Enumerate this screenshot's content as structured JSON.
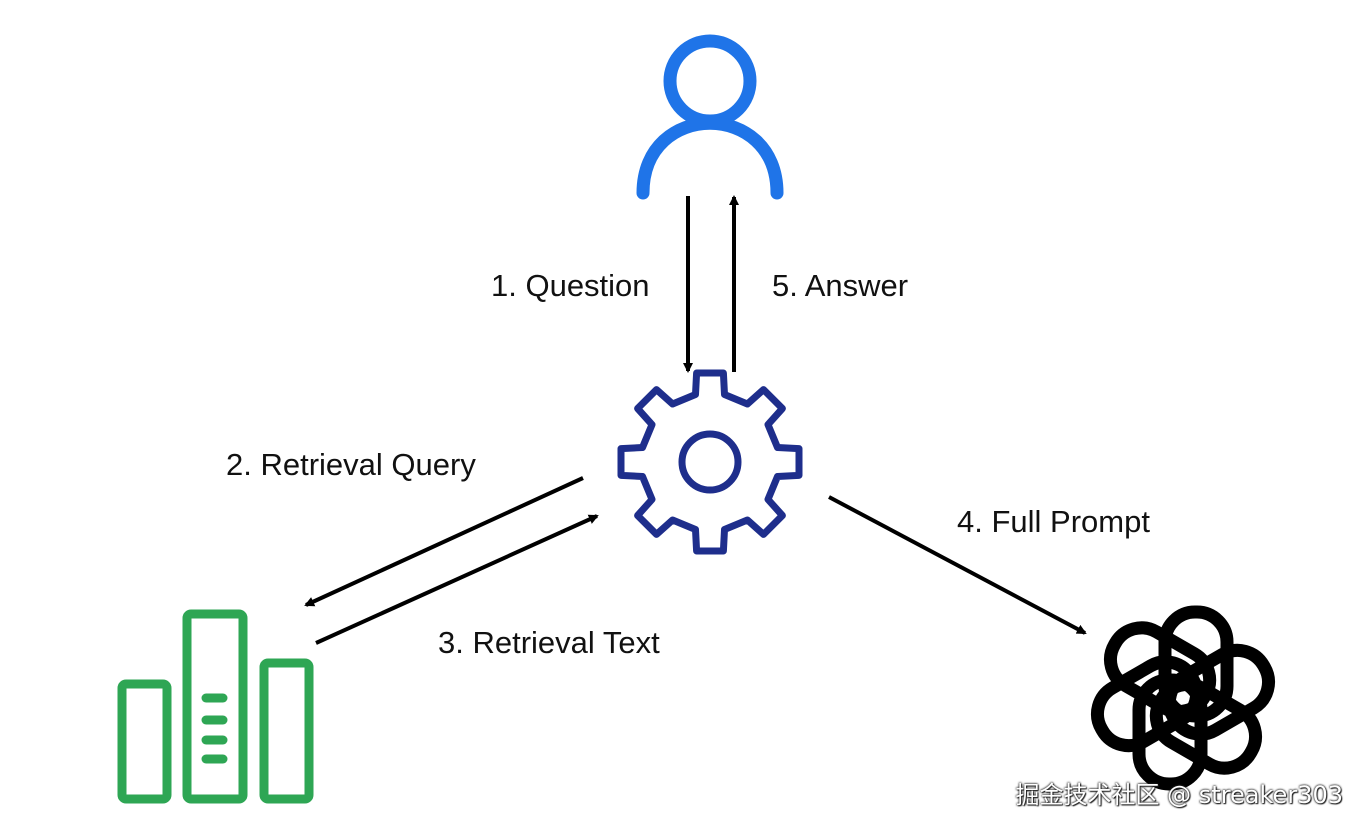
{
  "diagram": {
    "steps": {
      "question": "1. Question",
      "retrieval_query": "2. Retrieval Query",
      "retrieval_text": "3. Retrieval Text",
      "full_prompt": "4. Full Prompt",
      "answer": "5. Answer"
    },
    "nodes": {
      "user": {
        "icon": "user-icon",
        "color": "#1f74e8"
      },
      "orchestrator": {
        "icon": "gear-icon",
        "color": "#1e2e8c"
      },
      "vector_store": {
        "icon": "database-bars-icon",
        "color": "#2ea654"
      },
      "llm": {
        "icon": "openai-logo-icon",
        "color": "#000000"
      }
    },
    "watermark": "掘金技术社区 @ streaker303"
  }
}
